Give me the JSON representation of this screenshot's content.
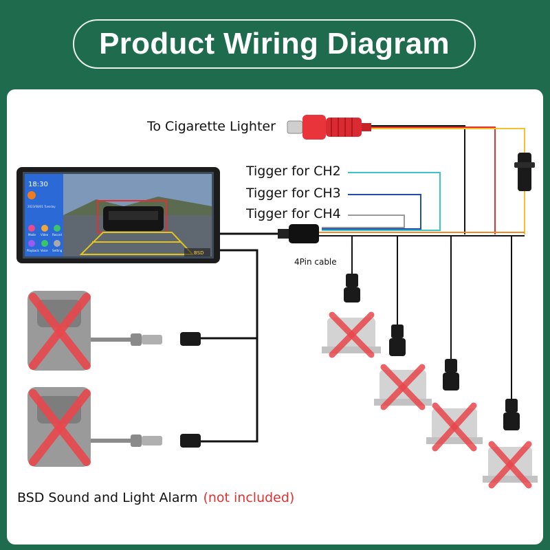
{
  "header": {
    "title": "Product Wiring Diagram"
  },
  "labels": {
    "power": "To Cigarette Lighter",
    "trigger_ch2": "Tigger for CH2",
    "trigger_ch3": "Tigger for CH3",
    "trigger_ch4": "Tigger for CH4",
    "cable": "4Pin cable",
    "alarm": "BSD Sound and Light Alarm",
    "alarm_note": "(not included)"
  },
  "monitor": {
    "time": "18:30",
    "date": "2023/08/01 Tuesday",
    "apps": [
      "Mode",
      "Video",
      "Record",
      "Playback",
      "Voice",
      "Setting"
    ],
    "bsd_tag": "BSD"
  },
  "colors": {
    "header_bg": "#1f6b4e",
    "wire_black": "#111111",
    "wire_red": "#e0312f",
    "wire_orange": "#f08a24",
    "wire_yellow": "#f2c22e",
    "wire_cyan": "#3cc3c8",
    "wire_blue": "#1f4fa8",
    "wire_gray": "#999999",
    "crossed_x": "#e8474d",
    "plug_red": "#e8343a"
  }
}
